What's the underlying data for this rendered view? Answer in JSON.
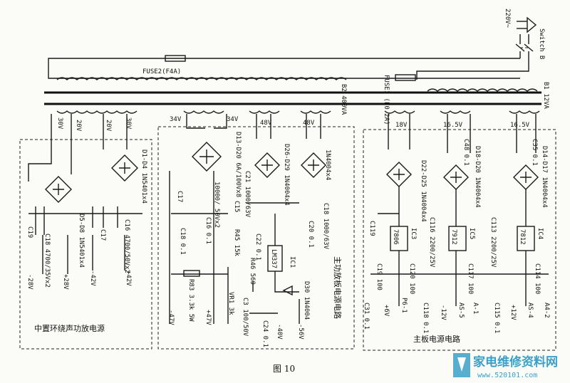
{
  "mains": {
    "voltage": "220V~",
    "switch": "Switch B"
  },
  "fuses": {
    "fuse2": "FUSE2(F4A)",
    "fuse1": "FUSE1 (F0.2A)"
  },
  "transformers": {
    "b2": "B2 400VA",
    "b1": "B1 12VA"
  },
  "windings": {
    "w30a": "30V",
    "w20a": "20V",
    "w20b": "20V",
    "w30b": "30V",
    "w34a": "34V",
    "w34b": "34V",
    "w48a": "48V",
    "w48b": "48V",
    "w18": "18V",
    "w16a": "16.5V",
    "w16b": "16.5V"
  },
  "sections": {
    "center": "中置环绕声功放电源",
    "main_amp": "主功放板电源电路",
    "mainboard": "主板电源电路"
  },
  "components": {
    "d1d4": "D1-D4 1N5401x4",
    "d5d8": "D5-D8 1N5401x4",
    "c18": "C18 4700/35Vx2",
    "c19": "C19",
    "c16": "C16 4700/50Vx2",
    "c17a": "C17",
    "d13d20": "D13-D20 6A/100Vx8",
    "c10000": "10000/ 50Vx2",
    "c15": "C15",
    "c17b": "C17",
    "c18b": "C18 0.1",
    "c16b": "C16 0.1",
    "r83": "R83 3.3k 5W",
    "d26d29": "D26-D29 1N4004x4",
    "c21": "C21 1000/63V",
    "r45": "R45 15k",
    "c22": "C22 0.1",
    "r46": "R46 560",
    "vr1": "VR1 3k",
    "ic1": "IC1",
    "lm337": "LM337",
    "c3": "C3 100/50V",
    "c24": "C24 0.1",
    "d30": "D30 1N4004",
    "d_right48": "1N4004x4",
    "c18c": "C18 1000/63V",
    "c20": "C20 0.1",
    "d22d25": "D22-D25 1N4004x4",
    "c119": "C119",
    "c19b": "C19 100",
    "ic3": "IC3",
    "r7806": "7806",
    "c120": "C120 100",
    "c31": "C31 0.1",
    "d18d20": "D18-D20 1N4004x4",
    "c48": "C48 0.1",
    "c116": "C116 2200/25V",
    "ic5": "IC5",
    "r7912": "7912",
    "c117": "C117 100",
    "c118": "C118 0.1",
    "d14d17": "D14-D17 1N4004x4",
    "c35": "C35 0.1",
    "c113": "C113 2200/25V",
    "ic4": "IC4",
    "r7812": "7812",
    "c114": "C114 100",
    "c115": "C115 0.1"
  },
  "outputs": {
    "m28": "-28V",
    "p28": "+28V",
    "m42": "-42V",
    "p42": "+42V",
    "m47": "-47V",
    "p47": "+47V",
    "m40": "-40V",
    "m56": "-56V",
    "p6": "+6V",
    "p61": "P6-1",
    "m12": "-12V",
    "as5": "AS-5",
    "a1": "A-1",
    "p12": "+12V",
    "as4": "AS-4",
    "a42": "A4-2"
  },
  "caption": "图 10",
  "watermark": {
    "cn": "家电维修资料网",
    "url": "www.520101.com"
  }
}
